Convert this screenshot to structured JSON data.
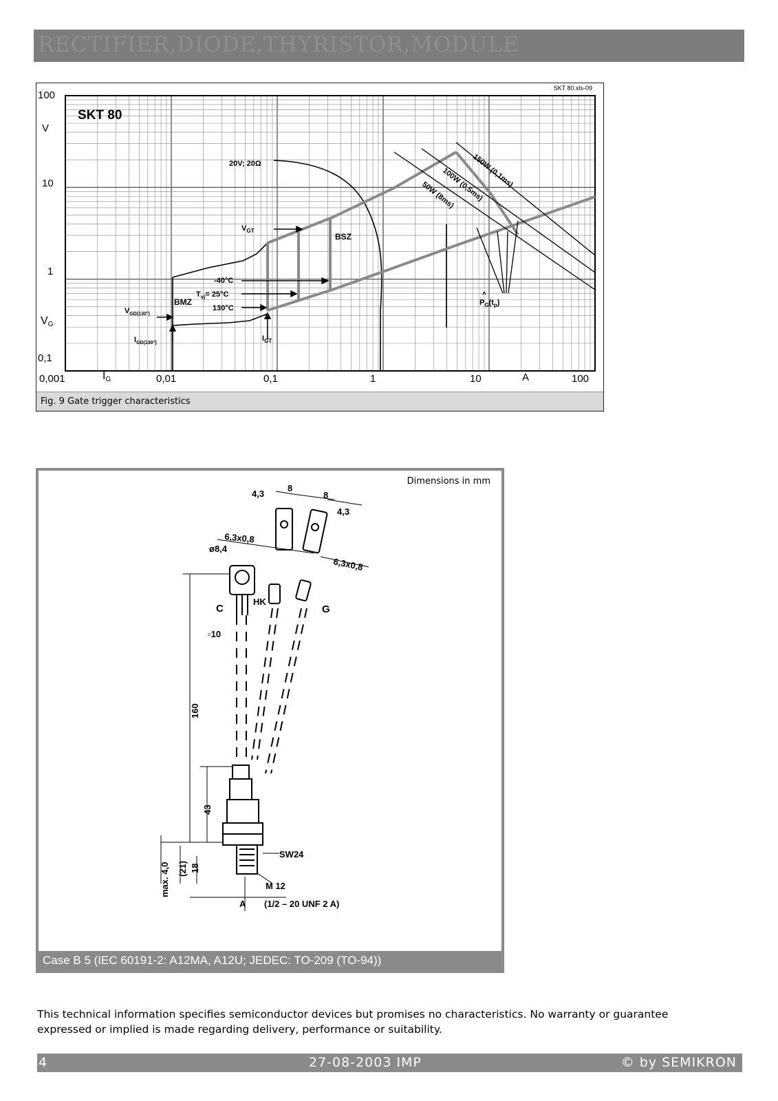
{
  "header": {
    "title": "RECTIFIER,DIODE,THYRISTOR,MODULE"
  },
  "figure9": {
    "caption": "Fig. 9 Gate trigger characteristics",
    "file_tag": "SKT 80.xls-09",
    "device": "SKT 80",
    "y_ticks": [
      "100",
      "10",
      "1",
      "0,1"
    ],
    "y_unit": "V",
    "y_label": "V",
    "y_label_sub": "G",
    "x_ticks": [
      "0,001",
      "0,01",
      "0,1",
      "1",
      "10",
      "100"
    ],
    "x_label": "I",
    "x_label_sub": "G",
    "x_unit": "A",
    "annotations": {
      "load_line": "20V; 20Ω",
      "vgt": "V",
      "vgt_sub": "GT",
      "igt": "I",
      "igt_sub": "GT",
      "bsz": "BSZ",
      "bmz": "BMZ",
      "t_minus40": "-40°C",
      "tvj": "T",
      "tvj_sub": "vj",
      "t_25": "= 25°C",
      "t_130": "130°C",
      "vgd": "V",
      "vgd_sub": "GD(130°)",
      "igd": "I",
      "igd_sub": "GD(130°)",
      "p150": "150W (0,1ms)",
      "p100": "100W (0,5ms)",
      "p50": "50W (8ms)",
      "pg": "P",
      "pg_sub": "G",
      "pg_tp": "(t",
      "pg_tp_sub": "p",
      "pg_close": ")"
    }
  },
  "case": {
    "dims_label": "Dimensions in mm",
    "caption": "Case B 5 (IEC 60191-2: A12MA, A12U; JEDEC: TO-209 (TO-94))",
    "labels": {
      "d43_left": "4,3",
      "d8_a": "8",
      "d8_b": "8",
      "d43_right": "4,3",
      "tab_left": "6,3x0,8",
      "tab_right": "6,3x0,8",
      "hole": "ø8,4",
      "c": "C",
      "hk": "HK",
      "g": "G",
      "sq10": "▫10",
      "d160": "160",
      "d43": "43",
      "max40": "max. 4,0",
      "d21": "(21)",
      "d18": "18",
      "sw24": "SW24",
      "m12": "M 12",
      "a": "A",
      "unf": "(1/2 – 20 UNF 2 A)"
    }
  },
  "disclaimer": {
    "line1": "This technical information specifies semiconductor devices but promises no characteristics. No warranty or guarantee",
    "line2": "expressed or implied is made regarding delivery, performance or suitability."
  },
  "footer": {
    "page": "4",
    "date": "27-08-2003  IMP",
    "copyright": "© by SEMIKRON"
  }
}
